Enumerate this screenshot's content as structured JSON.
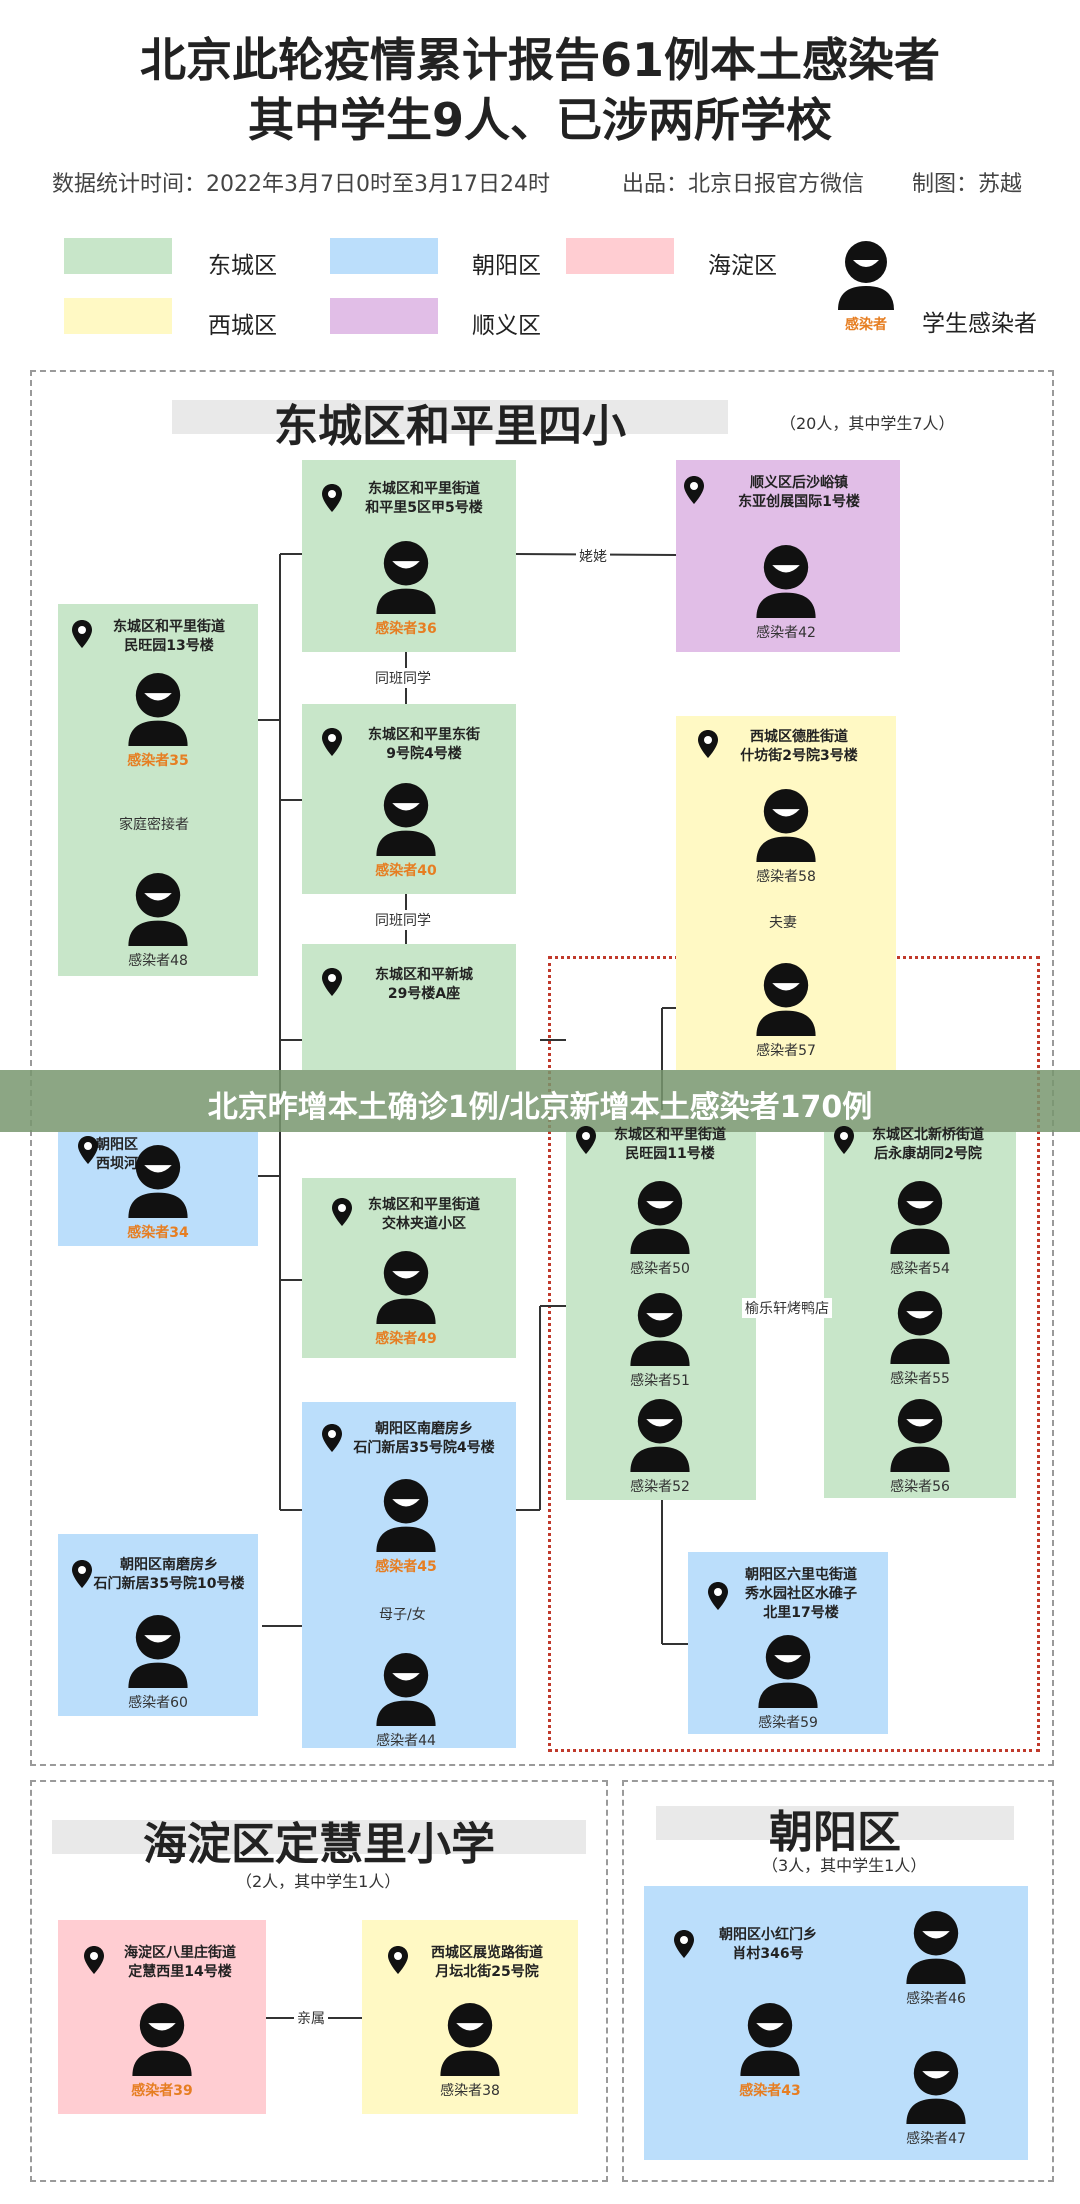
{
  "header": {
    "title_line1": "北京此轮疫情累计报告61例本土感染者",
    "title_line2": "其中学生9人、已涉两所学校",
    "stat_time": "数据统计时间：2022年3月7日0时至3月17日24时",
    "source": "出品：北京日报官方微信",
    "credit": "制图：苏越"
  },
  "legend": {
    "items": [
      {
        "label": "东城区",
        "color": "#c8e6c9"
      },
      {
        "label": "朝阳区",
        "color": "#bbdefb"
      },
      {
        "label": "海淀区",
        "color": "#ffcdd2"
      },
      {
        "label": "西城区",
        "color": "#fff9c4"
      },
      {
        "label": "顺义区",
        "color": "#e1bee7"
      }
    ],
    "student_icon_label": "感染者",
    "student_label": "学生感染者"
  },
  "banner": {
    "text": "北京昨增本土确诊1例/北京新增本土感染者170例"
  },
  "sections": {
    "dongcheng": {
      "title": "东城区和平里四小",
      "note": "（20人，其中学生7人）"
    },
    "haidian": {
      "title": "海淀区定慧里小学",
      "note": "（2人，其中学生1人）"
    },
    "chaoyang": {
      "title": "朝阳区",
      "note": "（3人，其中学生1人）"
    }
  },
  "boxes": {
    "b1": {
      "addr1": "东城区和平里街道",
      "addr2": "民旺园13号楼"
    },
    "b2": {
      "addr1": "东城区和平里街道",
      "addr2": "和平里5区甲5号楼"
    },
    "b3": {
      "addr1": "东城区和平里东街",
      "addr2": "9号院4号楼"
    },
    "b4": {
      "addr1": "东城区和平新城",
      "addr2": "29号楼A座"
    },
    "b5": {
      "addr1": "东城区和平里街道",
      "addr2": "交林夹道小区"
    },
    "b6": {
      "addr1": "朝阳区南磨房乡",
      "addr2": "石门新居35号院4号楼"
    },
    "b7": {
      "addr1": "顺义区后沙峪镇",
      "addr2": "东亚创展国际1号楼"
    },
    "b8": {
      "addr1": "西城区德胜街道",
      "addr2": "什坊街2号院3号楼"
    },
    "b9": {
      "addr1": "朝阳区",
      "addr2": "西坝河"
    },
    "b10": {
      "addr1": "东城区和平里街道",
      "addr2": "民旺园11号楼"
    },
    "b11": {
      "addr1": "东城区北新桥街道",
      "addr2": "后永康胡同2号院"
    },
    "b12": {
      "addr1": "朝阳区南磨房乡",
      "addr2": "石门新居35号院10号楼"
    },
    "b13": {
      "addr1": "朝阳区六里屯街道",
      "addr2": "秀水园社区水碓子",
      "addr3": "北里17号楼"
    },
    "b14": {
      "addr1": "海淀区八里庄街道",
      "addr2": "定慧西里14号楼"
    },
    "b15": {
      "addr1": "西城区展览路街道",
      "addr2": "月坛北街25号院"
    },
    "b16": {
      "addr1": "朝阳区小红门乡",
      "addr2": "肖村346号"
    }
  },
  "persons": {
    "p35": "感染者35",
    "p48": "感染者48",
    "p36": "感染者36",
    "p40": "感染者40",
    "p49": "感染者49",
    "p45": "感染者45",
    "p44": "感染者44",
    "p42": "感染者42",
    "p58": "感染者58",
    "p57": "感染者57",
    "p34": "感染者34",
    "p50": "感染者50",
    "p51": "感染者51",
    "p52": "感染者52",
    "p54": "感染者54",
    "p55": "感染者55",
    "p56": "感染者56",
    "p60": "感染者60",
    "p59": "感染者59",
    "p39": "感染者39",
    "p38": "感染者38",
    "p43": "感染者43",
    "p46": "感染者46",
    "p47": "感染者47"
  },
  "relations": {
    "r_laolao": "姥姥",
    "r_classmate1": "同班同学",
    "r_classmate2": "同班同学",
    "r_family": "家庭密接者",
    "r_couple": "夫妻",
    "r_restaurant": "榆乐轩烤鸭店",
    "r_mother": "母子/女",
    "r_relative": "亲属"
  }
}
